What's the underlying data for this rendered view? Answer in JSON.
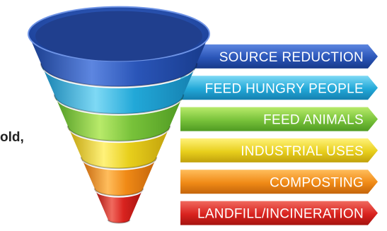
{
  "left_fragment": "old,",
  "tiers": [
    {
      "label": "SOURCE REDUCTION",
      "color": "#2a55b8",
      "light": "#5d86e0",
      "dark": "#173a8a"
    },
    {
      "label": "FEED HUNGRY PEOPLE",
      "color": "#22a8d8",
      "light": "#7ed9f5",
      "dark": "#1580b0"
    },
    {
      "label": "FEED ANIMALS",
      "color": "#78c23a",
      "light": "#b8ea6a",
      "dark": "#4f9a22"
    },
    {
      "label": "INDUSTRIAL USES",
      "color": "#e8cf1c",
      "light": "#fff27a",
      "dark": "#c1a10c"
    },
    {
      "label": "COMPOSTING",
      "color": "#f08a16",
      "light": "#ffbd5c",
      "dark": "#c4650b"
    },
    {
      "label": "LANDFILL/INCINERATION",
      "color": "#d9231f",
      "light": "#f06a5e",
      "dark": "#a5130f"
    }
  ]
}
